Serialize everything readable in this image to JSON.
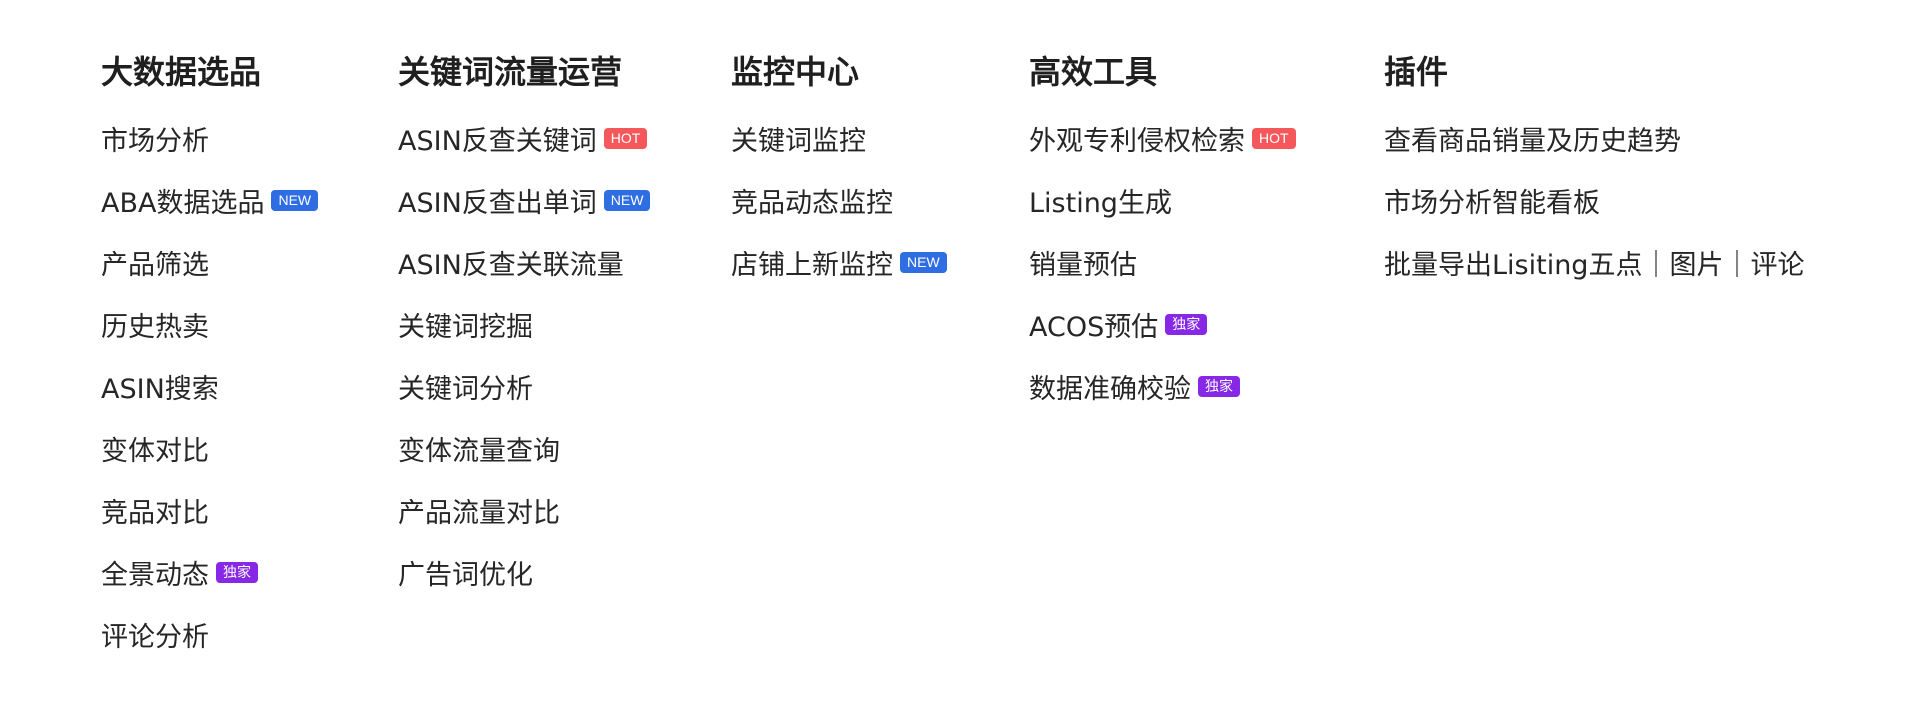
{
  "colors": {
    "hot": "#f5585a",
    "new": "#2f6de3",
    "exclusive": "#8628e6",
    "text": "#262626"
  },
  "columns": [
    {
      "title": "大数据选品",
      "items": [
        {
          "label": "市场分析",
          "badge": null
        },
        {
          "label": "ABA数据选品",
          "badge": {
            "type": "new",
            "text": "NEW"
          }
        },
        {
          "label": "产品筛选",
          "badge": null
        },
        {
          "label": "历史热卖",
          "badge": null
        },
        {
          "label": "ASIN搜索",
          "badge": null
        },
        {
          "label": "变体对比",
          "badge": null
        },
        {
          "label": "竞品对比",
          "badge": null
        },
        {
          "label": "全景动态",
          "badge": {
            "type": "excl",
            "text": "独家"
          }
        },
        {
          "label": "评论分析",
          "badge": null
        }
      ]
    },
    {
      "title": "关键词流量运营",
      "items": [
        {
          "label": "ASIN反查关键词",
          "badge": {
            "type": "hot",
            "text": "HOT"
          }
        },
        {
          "label": "ASIN反查出单词",
          "badge": {
            "type": "new",
            "text": "NEW"
          }
        },
        {
          "label": "ASIN反查关联流量",
          "badge": null
        },
        {
          "label": "关键词挖掘",
          "badge": null
        },
        {
          "label": "关键词分析",
          "badge": null
        },
        {
          "label": "变体流量查询",
          "badge": null
        },
        {
          "label": "产品流量对比",
          "badge": null
        },
        {
          "label": "广告词优化",
          "badge": null
        }
      ]
    },
    {
      "title": "监控中心",
      "items": [
        {
          "label": "关键词监控",
          "badge": null
        },
        {
          "label": "竞品动态监控",
          "badge": null
        },
        {
          "label": "店铺上新监控",
          "badge": {
            "type": "new",
            "text": "NEW"
          }
        }
      ]
    },
    {
      "title": "高效工具",
      "items": [
        {
          "label": "外观专利侵权检索",
          "badge": {
            "type": "hot",
            "text": "HOT"
          }
        },
        {
          "label": "Listing生成",
          "badge": null
        },
        {
          "label": "销量预估",
          "badge": null
        },
        {
          "label": "ACOS预估",
          "badge": {
            "type": "excl",
            "text": "独家"
          }
        },
        {
          "label": "数据准确校验",
          "badge": {
            "type": "excl",
            "text": "独家"
          }
        }
      ]
    },
    {
      "title": "插件",
      "items": [
        {
          "label": "查看商品销量及历史趋势",
          "badge": null
        },
        {
          "label": "市场分析智能看板",
          "badge": null
        },
        {
          "label": "批量导出Lisiting五点｜图片｜评论",
          "badge": null
        }
      ]
    }
  ]
}
